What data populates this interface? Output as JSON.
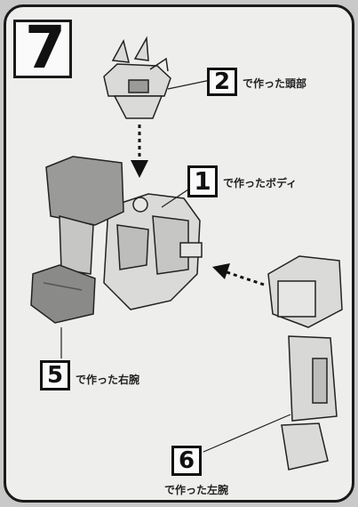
{
  "step": {
    "number": "7"
  },
  "labels": [
    {
      "number": "2",
      "text": "で作った頭部"
    },
    {
      "number": "1",
      "text": "で作ったボディ"
    },
    {
      "number": "5",
      "text": "で作った右腕"
    },
    {
      "number": "6",
      "text": "で作った左腕"
    }
  ],
  "colors": {
    "background": "#eeeeec",
    "border": "#1a1a1a",
    "part_light": "#d8d8d6",
    "part_dark": "#8a8a88"
  }
}
